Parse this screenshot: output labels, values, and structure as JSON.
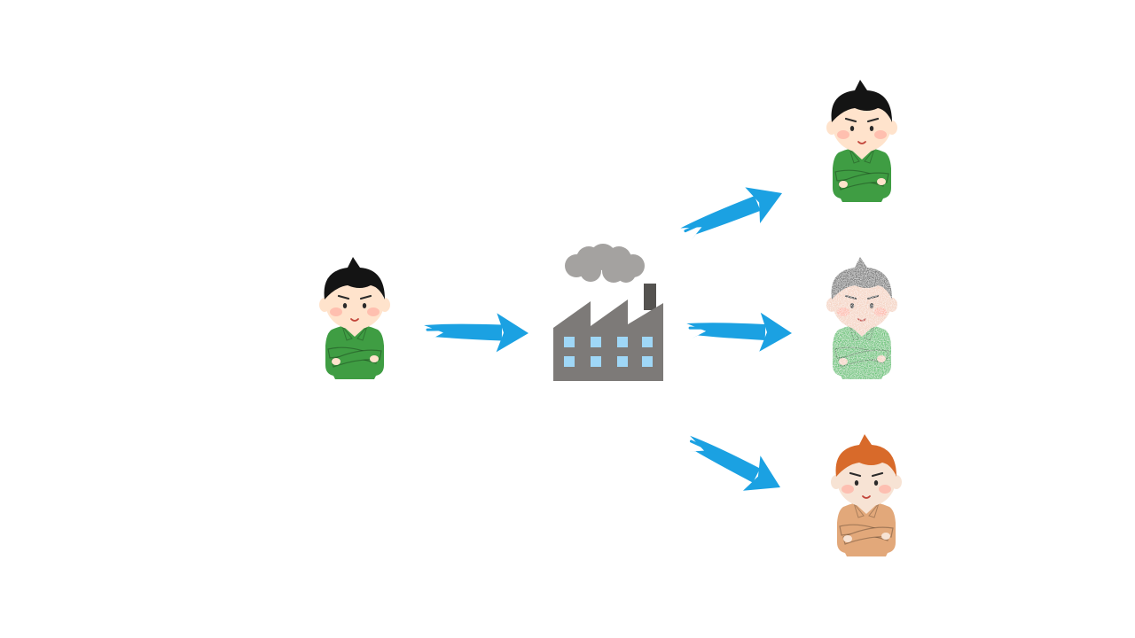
{
  "diagram": {
    "background": "#ffffff",
    "nodes": [
      {
        "id": "source-worker",
        "kind": "person",
        "icon": "worker-green-icon",
        "hair": "#141414",
        "skin": "#ffe3cc",
        "shirt": "#3f9d43",
        "texture": "smooth"
      },
      {
        "id": "factory",
        "kind": "factory",
        "icon": "factory-icon",
        "body": "#7d7a78",
        "window": "#9fd7f7",
        "smoke": "#a4a2a0"
      },
      {
        "id": "output-worker-same",
        "kind": "person",
        "icon": "worker-green-icon",
        "hair": "#141414",
        "skin": "#ffe3cc",
        "shirt": "#3f9d43",
        "texture": "smooth"
      },
      {
        "id": "output-worker-faded",
        "kind": "person",
        "icon": "worker-faded-icon",
        "hair": "#7a7a7a",
        "skin": "#f5d4c4",
        "shirt": "#6cc57a",
        "texture": "speckled"
      },
      {
        "id": "output-worker-orange",
        "kind": "person",
        "icon": "worker-orange-icon",
        "hair": "#d86a2a",
        "skin": "#f7e3d4",
        "shirt": "#e2a87a",
        "texture": "smooth"
      }
    ],
    "arrows": [
      {
        "from": "source-worker",
        "to": "factory",
        "color": "#1ba1e2"
      },
      {
        "from": "factory",
        "to": "output-worker-same",
        "color": "#1ba1e2"
      },
      {
        "from": "factory",
        "to": "output-worker-faded",
        "color": "#1ba1e2"
      },
      {
        "from": "factory",
        "to": "output-worker-orange",
        "color": "#1ba1e2"
      }
    ]
  }
}
